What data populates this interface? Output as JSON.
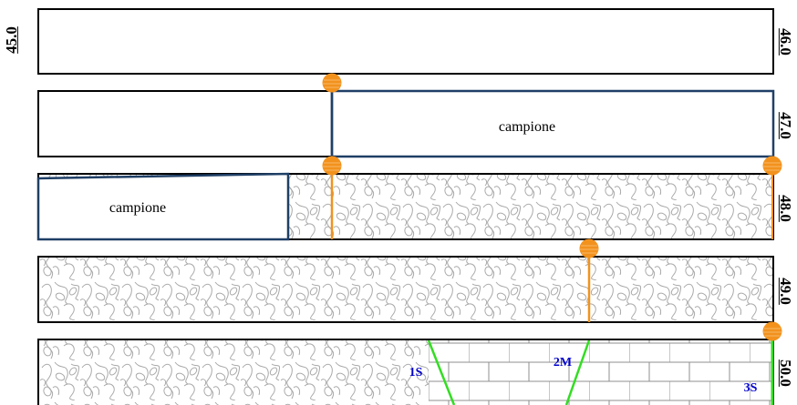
{
  "depth_labels": {
    "left": "45.0",
    "right": [
      "46.0",
      "47.0",
      "48.0",
      "49.0",
      "50.0"
    ]
  },
  "sample_label": "campione",
  "fracture_labels": [
    "1S",
    "2M",
    "3S"
  ],
  "colors": {
    "core_outline": "#000000",
    "sample_outline": "#1f3f66",
    "marker": "#f2921d",
    "marker_stripe": "#f7b15a",
    "fracture_line": "#33dd22",
    "fracture_text": "#0000cc",
    "rock_texture": "#a8a8a8",
    "limestone_bricks": "#8f8f8f"
  }
}
